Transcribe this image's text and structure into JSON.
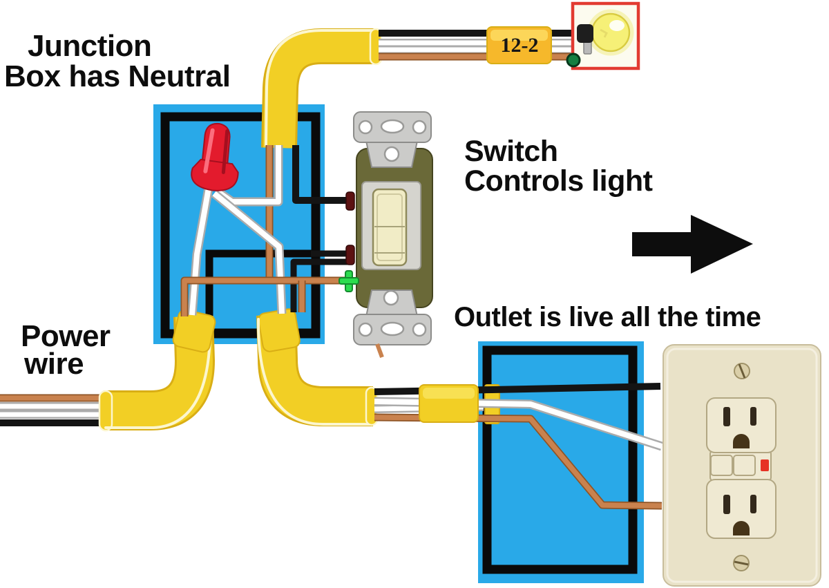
{
  "labels": {
    "junction_line1": "Junction",
    "junction_line2": "Box has Neutral",
    "switch_line1": "Switch",
    "switch_line2": "Controls light",
    "outlet": "Outlet is live all the time",
    "power_line1": "Power",
    "power_line2": "wire",
    "cable_tag": "12-2"
  },
  "colors": {
    "box-blue": "#29A9E8",
    "border-black": "#0A0A0A",
    "cable-yellow": "#F2CF25",
    "cable-edge": "#D9AE15",
    "cable-highlight": "#FCF6CE",
    "tag-yellow": "#F6B82B",
    "tag-top": "#FDE06A",
    "copper": "#C9824E",
    "copper-dark": "#8F5527",
    "wire-white": "#FFFFFF",
    "wire-white-edge": "#ABABAB",
    "wire-black": "#141414",
    "nut-red": "#E31B2D",
    "nut-dark": "#A50F1F",
    "nut-light": "#FB6E7E",
    "fixture-red": "#E23B31",
    "fixture-fill": "#FCFBEF",
    "bulb-yellow": "#F6F077",
    "bulb-edge": "#D9CC41",
    "ground-dot": "#157F41",
    "switch-olive": "#6A6938",
    "strap-gray": "#CBCBC9",
    "strap-edge": "#8C8C8A",
    "face-gray": "#D5D4CE",
    "toggle-cream": "#F1ECC6",
    "terminal-maroon": "#5C1212",
    "screw-green": "#2BDC4E",
    "ivory-plate": "#E9E2C8",
    "ivory-device": "#EFE9D2",
    "ivory-edge": "#B2A783",
    "slot-dark": "#33291B",
    "indicator-red": "#E63224",
    "text-black": "#0D0D0D"
  }
}
